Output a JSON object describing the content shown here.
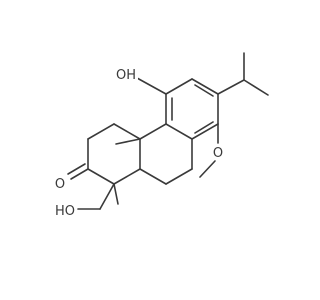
{
  "labels": {
    "hydroxyl_top": "OH",
    "hydroxyl_bottom": "HO",
    "ketone_oxygen": "O",
    "methoxy_oxygen": "O"
  }
}
